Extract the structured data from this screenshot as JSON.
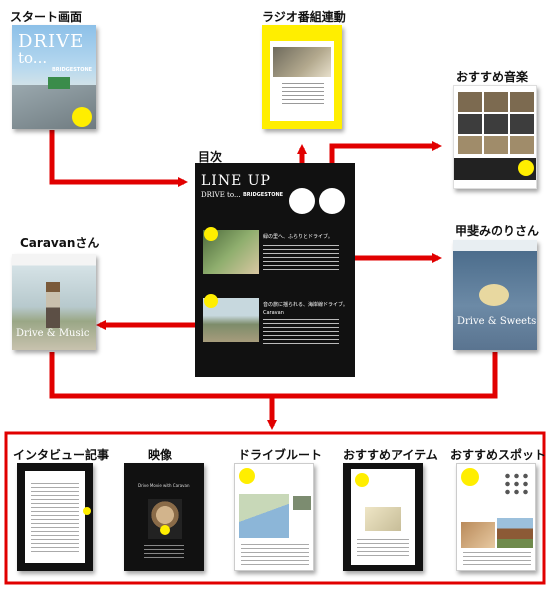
{
  "labels": {
    "start": "スタート画面",
    "radio": "ラジオ番組連動",
    "music": "おすすめ音楽",
    "toc": "目次",
    "caravan": "Caravanさん",
    "kai": "甲斐みのりさん",
    "interview": "インタビュー記事",
    "video": "映像",
    "route": "ドライブルート",
    "item": "おすすめアイテム",
    "spot": "おすすめスポット"
  },
  "start_cover": {
    "title_line1": "DRIVE",
    "title_line2": "to...",
    "brand": "BRIDGESTONE"
  },
  "toc_page": {
    "title": "LINE UP",
    "subtitle": "DRIVE to...",
    "brand": "BRIDGESTONE",
    "heading1": "緑の里へ、ふらりとドライブ。",
    "heading2": "音の旅に揺られる、海岸線ドライブ。",
    "caravan_word": "Caravan"
  },
  "caravan_cover": {
    "title": "Drive & Music"
  },
  "kai_cover": {
    "title": "Drive & Sweets"
  },
  "video_page": {
    "caption": "Drive Movie with Caravan"
  },
  "colors": {
    "arrow": "#e10000",
    "yellow": "#ffee00",
    "dark": "#111111"
  }
}
